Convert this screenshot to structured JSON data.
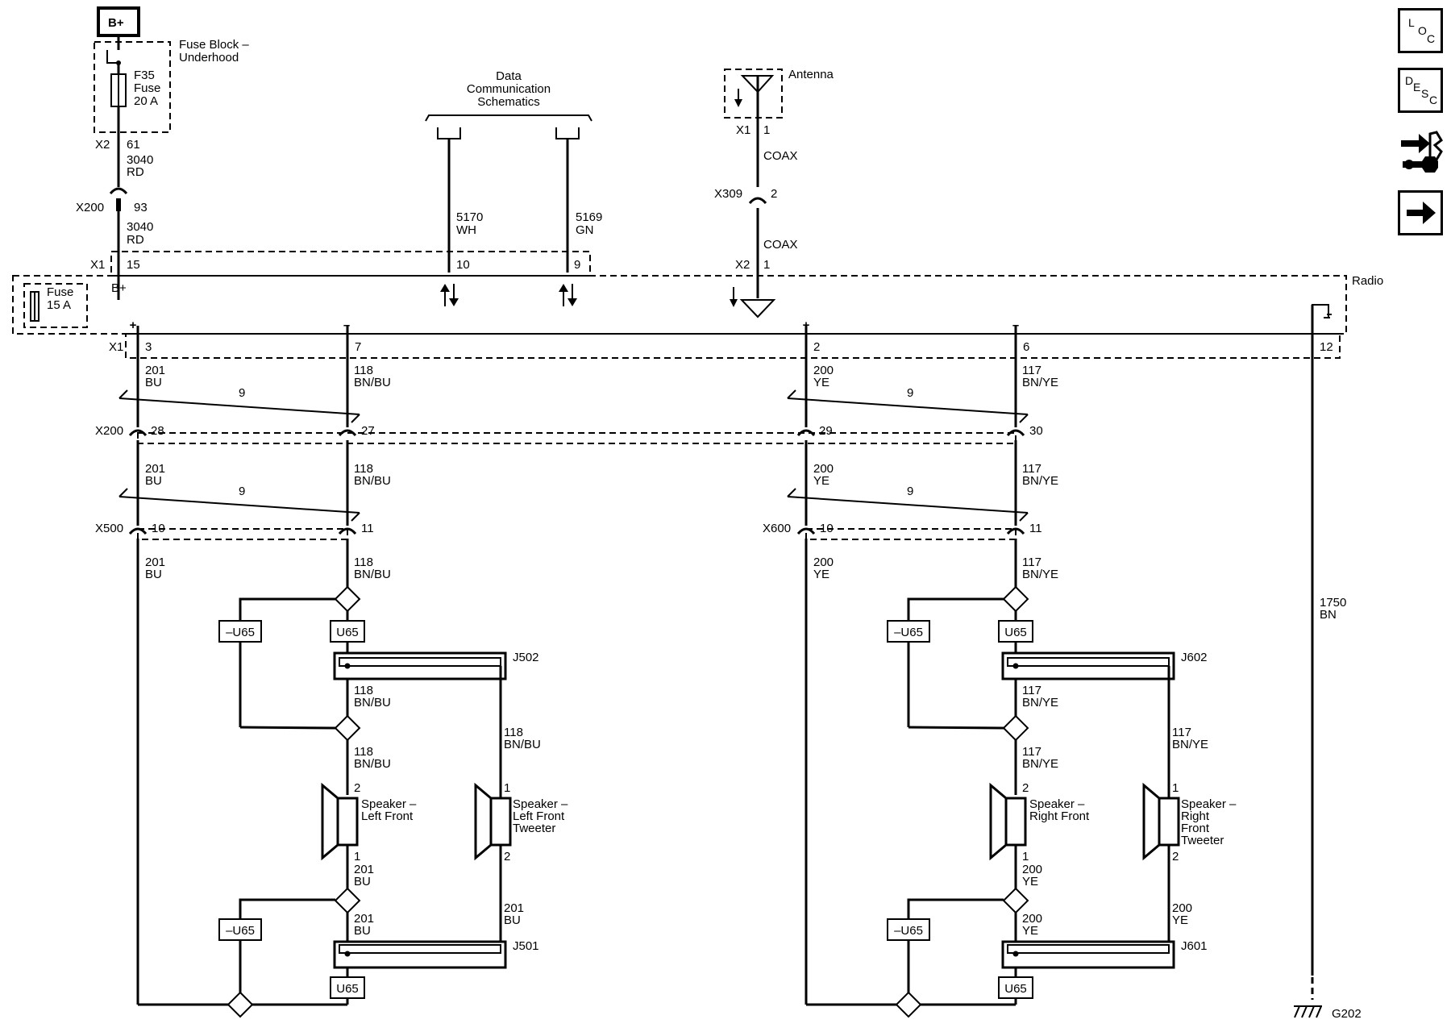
{
  "power": {
    "source": "B+",
    "fuse_block": [
      "Fuse Block –",
      "Underhood"
    ],
    "fuse": [
      "F35",
      "Fuse",
      "20 A"
    ]
  },
  "feed": {
    "x2": "X2",
    "x2_pin": "61",
    "circuit": "3040",
    "color": "RD",
    "x200": "X200",
    "x200_pin": "93",
    "circuit2": "3040",
    "color2": "RD",
    "x1": "X1",
    "x1_pin": "15",
    "bplus": "B+"
  },
  "data_comm": {
    "title": [
      "Data",
      "Communication",
      "Schematics"
    ],
    "left": {
      "circuit": "5170",
      "color": "WH",
      "pin": "10"
    },
    "right": {
      "circuit": "5169",
      "color": "GN",
      "pin": "9"
    }
  },
  "antenna": {
    "label": "Antenna",
    "x1": "X1",
    "x1_pin": "1",
    "coax1": "COAX",
    "x309": "X309",
    "x309_pin": "2",
    "coax2": "COAX",
    "x2": "X2",
    "x2_pin": "1"
  },
  "radio": {
    "label": "Radio",
    "fuse": [
      "Fuse",
      "15 A"
    ],
    "plus": "+",
    "minus": "–",
    "x1": "X1"
  },
  "connectors": {
    "x200": "X200",
    "x500": "X500",
    "x600": "X600"
  },
  "twist_count": "9",
  "left": {
    "pos": {
      "x1_pin": "3",
      "circuit": "201",
      "color": "BU",
      "x200_pin": "28",
      "x500_pin": "10"
    },
    "neg": {
      "x1_pin": "7",
      "circuit": "118",
      "color": "BN/BU",
      "x200_pin": "27",
      "x500_pin": "11"
    },
    "opt_neg": "–U65",
    "opt": "U65",
    "splice_top": "J502",
    "splice_bot": "J501",
    "speaker": {
      "name": [
        "Speaker –",
        "Left Front"
      ],
      "pin_top": "2",
      "pin_bot": "1"
    },
    "tweeter": {
      "name": [
        "Speaker –",
        "Left Front",
        "Tweeter"
      ],
      "pin_top": "1",
      "pin_bot": "2"
    }
  },
  "right": {
    "pos": {
      "x1_pin": "2",
      "circuit": "200",
      "color": "YE",
      "x200_pin": "29",
      "x600_pin": "10"
    },
    "neg": {
      "x1_pin": "6",
      "circuit": "117",
      "color": "BN/YE",
      "x200_pin": "30",
      "x600_pin": "11"
    },
    "opt_neg": "–U65",
    "opt": "U65",
    "splice_top": "J602",
    "splice_bot": "J601",
    "speaker": {
      "name": [
        "Speaker –",
        "Right Front"
      ],
      "pin_top": "2",
      "pin_bot": "1"
    },
    "tweeter": {
      "name": [
        "Speaker –",
        "Right",
        "Front",
        "Tweeter"
      ],
      "pin_top": "1",
      "pin_bot": "2"
    }
  },
  "ground": {
    "x1_pin": "12",
    "circuit": "1750",
    "color": "BN",
    "label": "G202"
  },
  "nav": {
    "loc": [
      "L",
      "O",
      "C"
    ],
    "desc": [
      "D",
      "E",
      "S",
      "C"
    ]
  }
}
